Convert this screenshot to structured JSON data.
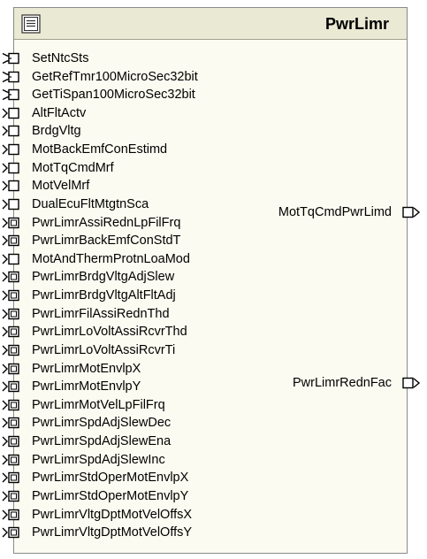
{
  "component": {
    "name": "PwrLimr",
    "icon": "component-icon"
  },
  "inputs": [
    {
      "name": "SetNtcSts",
      "kind": "client-server"
    },
    {
      "name": "GetRefTmr100MicroSec32bit",
      "kind": "client-server"
    },
    {
      "name": "GetTiSpan100MicroSec32bit",
      "kind": "client-server"
    },
    {
      "name": "AltFltActv",
      "kind": "sender-receiver"
    },
    {
      "name": "BrdgVltg",
      "kind": "sender-receiver"
    },
    {
      "name": "MotBackEmfConEstimd",
      "kind": "sender-receiver"
    },
    {
      "name": "MotTqCmdMrf",
      "kind": "sender-receiver"
    },
    {
      "name": "MotVelMrf",
      "kind": "sender-receiver"
    },
    {
      "name": "DualEcuFltMtgtnSca",
      "kind": "sender-receiver"
    },
    {
      "name": "PwrLimrAssiRednLpFilFrq",
      "kind": "calibration"
    },
    {
      "name": "PwrLimrBackEmfConStdT",
      "kind": "calibration"
    },
    {
      "name": "MotAndThermProtnLoaMod",
      "kind": "sender-receiver"
    },
    {
      "name": "PwrLimrBrdgVltgAdjSlew",
      "kind": "calibration"
    },
    {
      "name": "PwrLimrBrdgVltgAltFltAdj",
      "kind": "calibration"
    },
    {
      "name": "PwrLimrFilAssiRednThd",
      "kind": "calibration"
    },
    {
      "name": "PwrLimrLoVoltAssiRcvrThd",
      "kind": "calibration"
    },
    {
      "name": "PwrLimrLoVoltAssiRcvrTi",
      "kind": "calibration"
    },
    {
      "name": "PwrLimrMotEnvlpX",
      "kind": "calibration"
    },
    {
      "name": "PwrLimrMotEnvlpY",
      "kind": "calibration"
    },
    {
      "name": "PwrLimrMotVelLpFilFrq",
      "kind": "calibration"
    },
    {
      "name": "PwrLimrSpdAdjSlewDec",
      "kind": "calibration"
    },
    {
      "name": "PwrLimrSpdAdjSlewEna",
      "kind": "calibration"
    },
    {
      "name": "PwrLimrSpdAdjSlewInc",
      "kind": "calibration"
    },
    {
      "name": "PwrLimrStdOperMotEnvlpX",
      "kind": "calibration"
    },
    {
      "name": "PwrLimrStdOperMotEnvlpY",
      "kind": "calibration"
    },
    {
      "name": "PwrLimrVltgDptMotVelOffsX",
      "kind": "calibration"
    },
    {
      "name": "PwrLimrVltgDptMotVelOffsY",
      "kind": "calibration"
    }
  ],
  "outputs": [
    {
      "name": "MotTqCmdPwrLimd",
      "kind": "sender-receiver"
    },
    {
      "name": "PwrLimrRednFac",
      "kind": "sender-receiver"
    }
  ],
  "colors": {
    "header": "#e9e9d4",
    "body": "#fbfbf1",
    "border": "#8a8a8a",
    "port_stroke": "#000000"
  }
}
